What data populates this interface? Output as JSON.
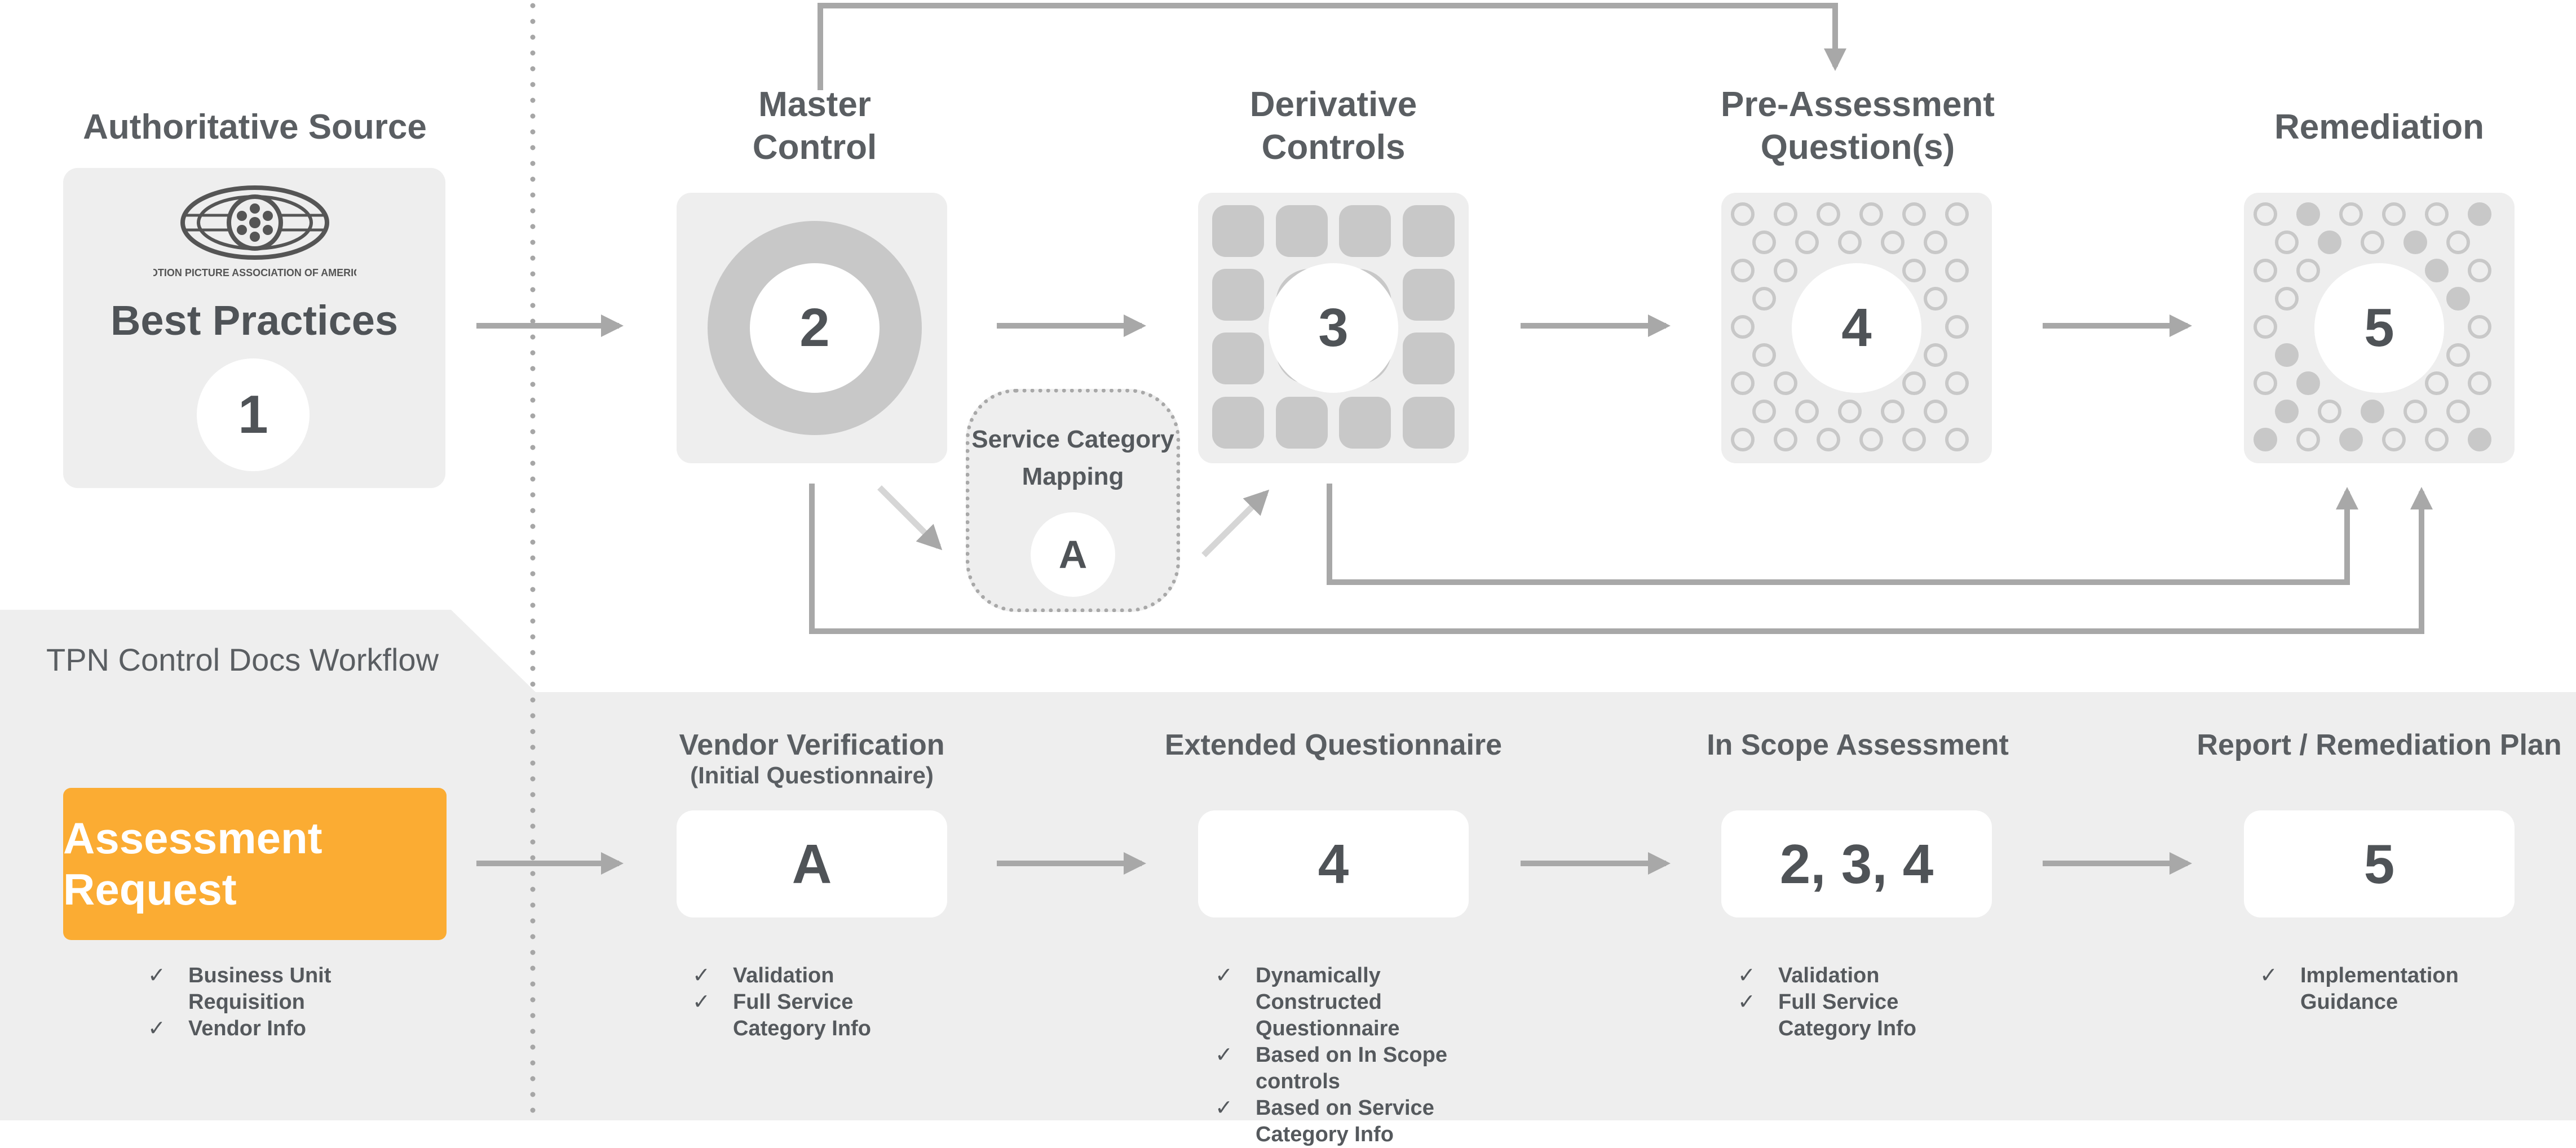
{
  "source": {
    "heading": "Authoritative Source",
    "logo_text": "MOTION PICTURE ASSOCIATION OF AMERICA",
    "title": "Best Practices",
    "number": "1"
  },
  "steps": [
    {
      "heading_line1": "Master",
      "heading_line2": "Control",
      "number": "2"
    },
    {
      "heading_line1": "Derivative",
      "heading_line2": "Controls",
      "number": "3"
    },
    {
      "heading_line1": "Pre-Assessment",
      "heading_line2": "Question(s)",
      "number": "4"
    },
    {
      "heading": "Remediation",
      "number": "5"
    }
  ],
  "mapping": {
    "line1": "Service Category",
    "line2": "Mapping",
    "label": "A"
  },
  "workflow": {
    "label": "TPN Control Docs Workflow",
    "request": {
      "label": "Assessment Request",
      "checks": [
        "Business Unit Requisition",
        "Vendor Info"
      ]
    },
    "stages": [
      {
        "heading": "Vendor Verification",
        "subheading": "(Initial Questionnaire)",
        "value": "A",
        "checks": [
          "Validation",
          "Full Service Category Info"
        ]
      },
      {
        "heading": "Extended Questionnaire",
        "value": "4",
        "checks": [
          "Dynamically Constructed Questionnaire",
          "Based on In Scope controls",
          "Based on Service Category Info"
        ]
      },
      {
        "heading": "In Scope Assessment",
        "value": "2, 3, 4",
        "checks": [
          "Validation",
          "Full Service Category Info"
        ]
      },
      {
        "heading": "Report / Remediation Plan",
        "value": "5",
        "checks": [
          "Implementation Guidance"
        ]
      }
    ]
  },
  "colors": {
    "card": "#eeeeee",
    "arrow": "#a8a8a8",
    "accent_orange": "#fbac33",
    "text": "#575b5f",
    "workflow_band": "#eeeeee"
  }
}
